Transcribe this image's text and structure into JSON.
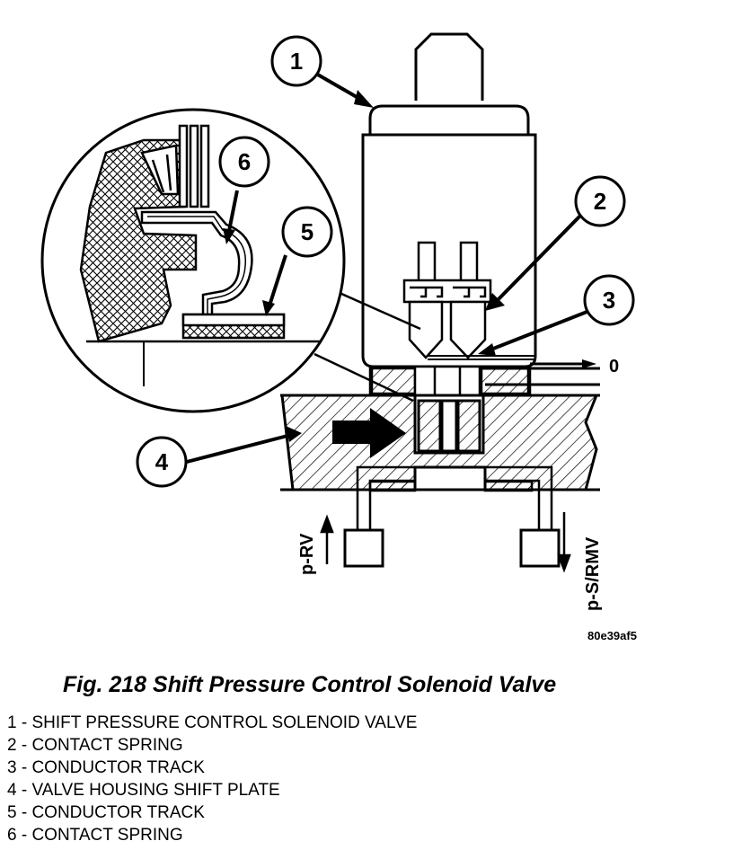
{
  "figure": {
    "caption": "Fig. 218 Shift Pressure Control Solenoid Valve",
    "image_code": "80e39af5",
    "callouts": [
      "1",
      "2",
      "3",
      "4",
      "5",
      "6"
    ],
    "ports": {
      "left": "p-RV",
      "right": "p-S/RMV",
      "outlet": "0"
    },
    "legend": [
      "1 - SHIFT PRESSURE CONTROL SOLENOID VALVE",
      "2 - CONTACT SPRING",
      "3 - CONDUCTOR TRACK",
      "4 - VALVE HOUSING SHIFT PLATE",
      "5 - CONDUCTOR TRACK",
      "6 - CONTACT SPRING"
    ]
  }
}
